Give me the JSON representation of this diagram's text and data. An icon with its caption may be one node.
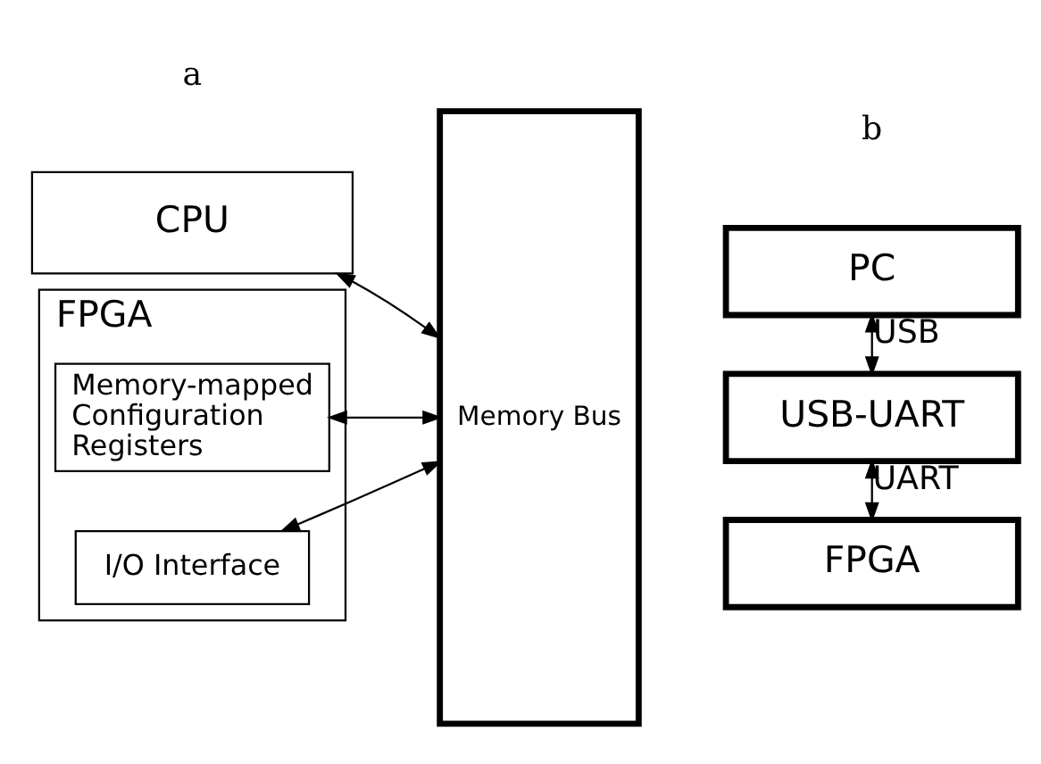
{
  "diagram": {
    "nodes": [
      {
        "text": [
          "CPU"
        ]
      },
      {
        "text": [
          "FPGA"
        ]
      },
      {
        "text": [
          "Memory-mapped Configuration Registers"
        ],
        "in": 1
      },
      {
        "text": [
          "I/O Interface"
        ],
        "in": 1
      },
      {
        "text": [
          "Memory Bus"
        ]
      },
      {
        "text": [
          "PC"
        ]
      },
      {
        "text": [
          "USB-UART"
        ]
      },
      {
        "text": [
          "FPGA"
        ]
      }
    ],
    "edges": [
      {
        "from": 0,
        "to": 4,
        "arrow": "both"
      },
      {
        "from": 2,
        "to": 4,
        "arrow": "both"
      },
      {
        "from": 3,
        "to": 4,
        "arrow": "both"
      },
      {
        "from": 5,
        "to": 6,
        "arrow": "both",
        "label": "USB"
      },
      {
        "from": 6,
        "to": 7,
        "arrow": "both",
        "label": "UART"
      }
    ],
    "labels": [
      "a",
      "b"
    ]
  }
}
